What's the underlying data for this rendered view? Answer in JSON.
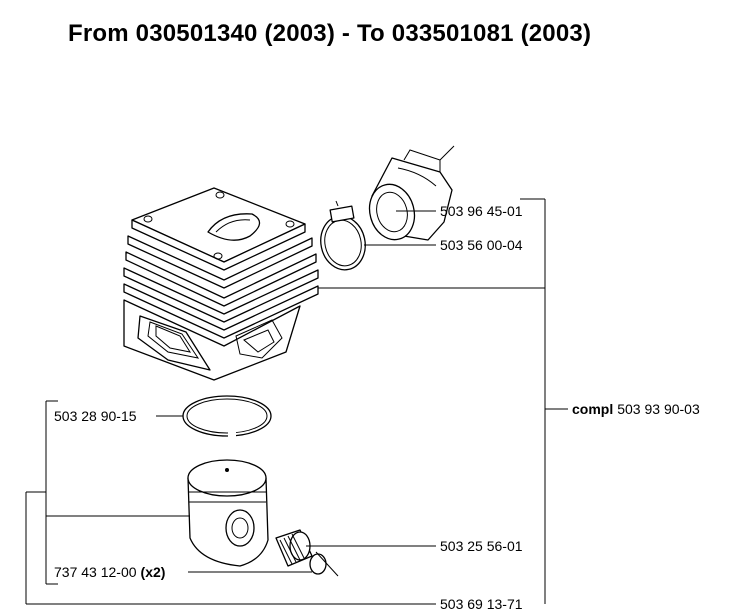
{
  "title": "From 030501340 (2003) - To 033501081 (2003)",
  "labels": {
    "intake_boot": "503 96 45-01",
    "hose_clamp": "503 56 00-04",
    "compl_prefix": "compl",
    "compl_number": "503 93 90-03",
    "piston_ring": "503 28 90-15",
    "needle_bearing": "503 25 56-01",
    "circlip_number": "737 43 12-00",
    "circlip_qty": "(x2)",
    "piston_kit": "503 69 13-71"
  }
}
